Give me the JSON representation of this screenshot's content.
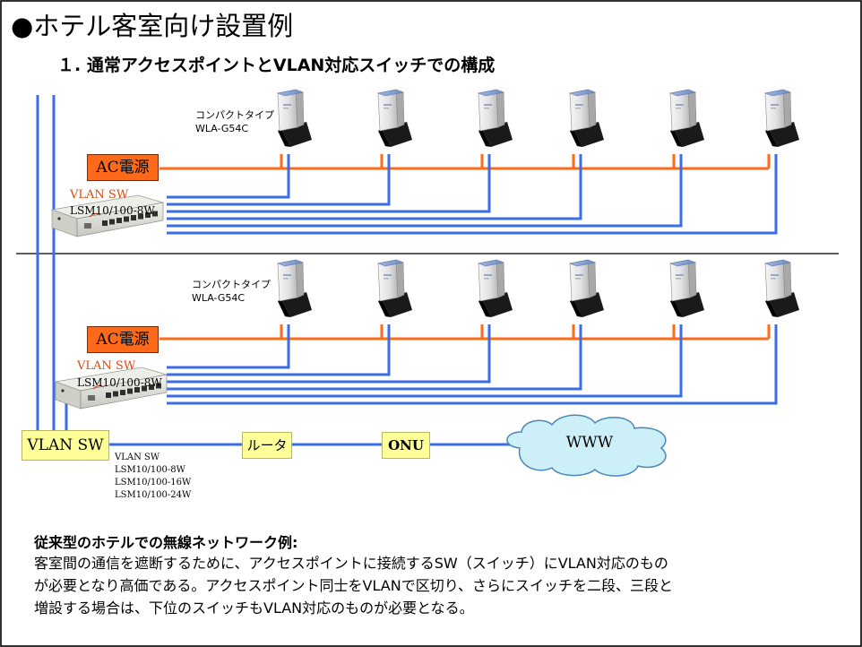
{
  "slide": {
    "title": "●ホテル客室向け設置例",
    "subtitle": "１. 通常アクセスポイントとVLAN対応スイッチでの構成"
  },
  "segments": [
    {
      "ap_label": [
        "コンパクトタイプ",
        "WLA-G54C"
      ],
      "ac_power": "AC電源",
      "switch_label": "VLAN SW",
      "switch_model": "LSM10/100-8W"
    },
    {
      "ap_label": [
        "コンパクトタイプ",
        "WLA-G54C"
      ],
      "ac_power": "AC電源",
      "switch_label": "VLAN SW",
      "switch_model": "LSM10/100-8W"
    }
  ],
  "core_switch": {
    "label": "VLAN SW",
    "models": [
      "VLAN SW",
      "LSM10/100-8W",
      "LSM10/100-16W",
      "LSM10/100-24W"
    ]
  },
  "router": "ルータ",
  "onu": "ONU",
  "internet": "WWW",
  "description": {
    "heading": "従来型のホテルでの無線ネットワーク例:",
    "lines": [
      "客室間の通信を遮断するために、アクセスポイントに接続するSW（スイッチ）にVLAN対応のもの",
      "が必要となり高価である。アクセスポイント同士をVLANで区切り、さらにスイッチを二段、三段と",
      "増設する場合は、下位のスイッチもVLAN対応のものが必要となる。"
    ]
  },
  "colors": {
    "lan_cable": "#3a6ee8",
    "power_cable": "#ff6a1a",
    "ac_box": "#ff6a1a",
    "yellow_box": "#ffff99",
    "cloud": "#cdeff8",
    "frame": "#000000"
  },
  "icons": [
    "access-point-icon",
    "switch-device-icon",
    "cloud-icon"
  ]
}
